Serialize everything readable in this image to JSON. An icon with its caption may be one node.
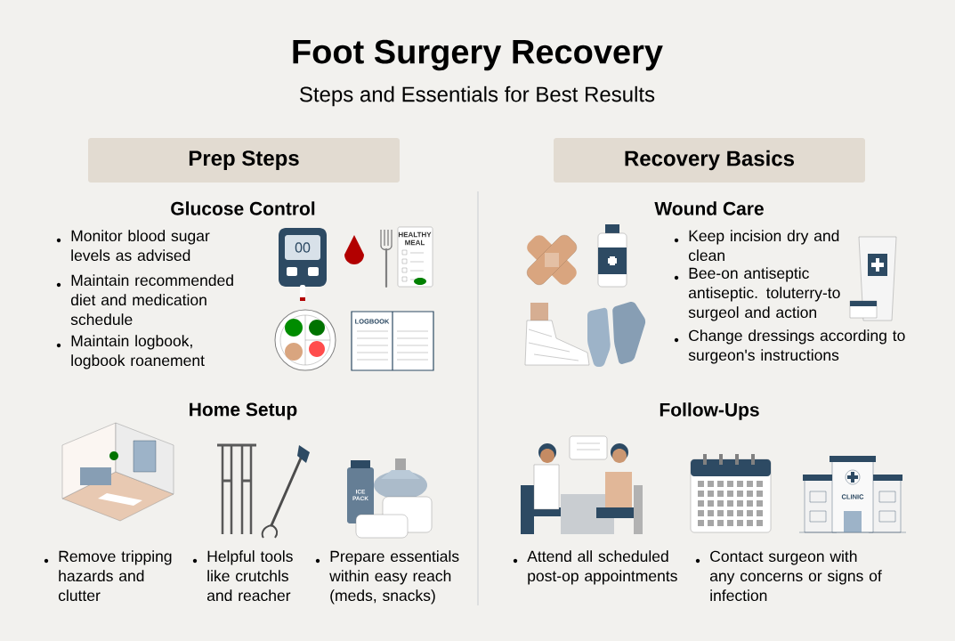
{
  "diagram": {
    "title": "Foot Surgery Recovery",
    "nodes": [
      {
        "text": [
          "Prep Steps"
        ]
      },
      {
        "text": [
          "Recovery Basics"
        ]
      }
    ],
    "labels": [
      "Steps and Essentials for Best Results",
      "Glucose Control",
      "Monitor blood sugar levels as advised",
      "Maintain recommended diet and medication schedule",
      "Maintain logbook, logbook roanement",
      "00",
      "HEALTHY MEAL",
      "LOGBOOK",
      "Home Setup",
      "Remove tripping hazards and clutter",
      "Helpful tools like crutchls and reacher",
      "Prepare essentials within easy reach (meds, snacks)",
      "ICE PACK",
      "Wound Care",
      "Keep incision dry and clean",
      "Bee-on antiseptic antiseptic. toluterry-to surgeol and action",
      "Change dressings according to surgeon's instructions",
      "Follow-Ups",
      "Attend all scheduled post-op appointments",
      "Contact surgeon with any concerns or signs of infection",
      "CLINIC"
    ]
  }
}
